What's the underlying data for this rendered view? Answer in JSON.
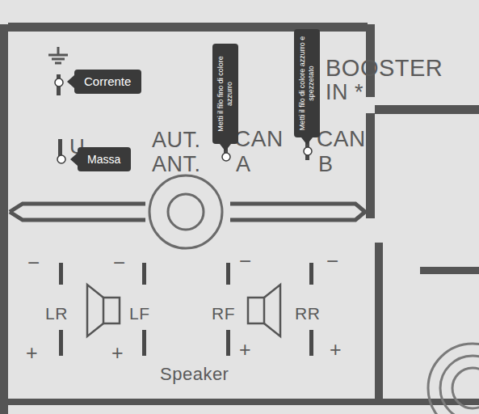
{
  "diagram": {
    "nodes": [
      {
        "text": [
          "Corrente"
        ]
      },
      {
        "text": [
          "Massa"
        ]
      },
      {
        "text": [
          "Metti il filo fino di colore azzurro"
        ]
      },
      {
        "text": [
          "Metti il filo di colore azzurro e spezzetato"
        ]
      }
    ],
    "labels": [
      "BOOSTER",
      "IN *",
      "U",
      "AUT.",
      "ANT.",
      "CAN",
      "A",
      "CAN",
      "B",
      "−",
      "−",
      "−",
      "−",
      "LR",
      "LF",
      "RF",
      "RR",
      "+",
      "+",
      "+",
      "+",
      "Speaker"
    ]
  }
}
